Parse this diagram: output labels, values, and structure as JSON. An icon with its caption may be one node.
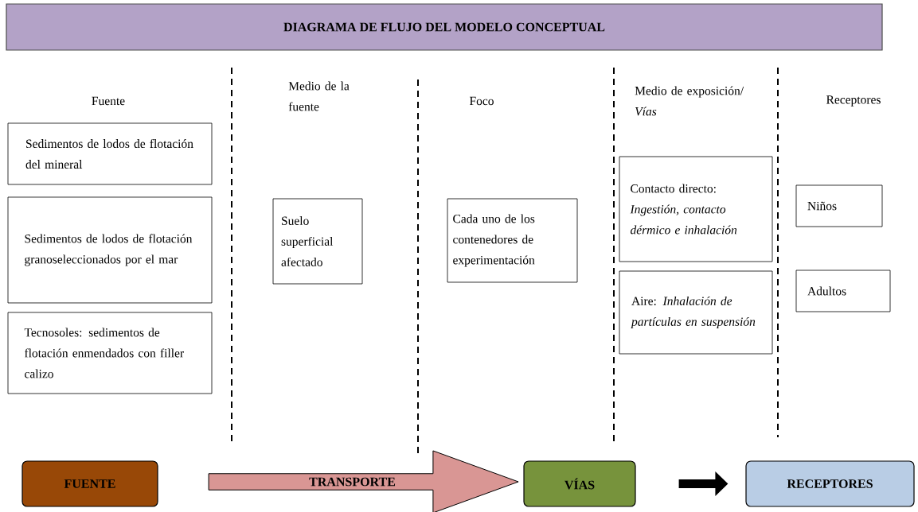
{
  "diagram": {
    "nodes": [
      {
        "text": [
          "DIAGRAMA DE FLUJO DEL MODELO CONCEPTUAL"
        ]
      },
      {
        "text": [
          "Sedimentos de lodos de flotación del mineral"
        ]
      },
      {
        "text": [
          "Sedimentos de lodos de flotación granoseleccionados por el mar"
        ]
      },
      {
        "text": [
          "Tecnosoles: sedimentos de flotación enmendados con filler calizo"
        ]
      },
      {
        "text": [
          "Suelo superficial afectado"
        ]
      },
      {
        "text": [
          "Cada uno de los contenedores de experimentación"
        ]
      },
      {
        "text": [
          "Contacto directo: *Ingestión, contacto dérmico e inhalación*"
        ]
      },
      {
        "text": [
          "Aire: *Inhalación de partículas en suspensión*"
        ]
      },
      {
        "text": [
          "Niños"
        ]
      },
      {
        "text": [
          "Adultos"
        ]
      },
      {
        "text": [
          "FUENTE"
        ]
      },
      {
        "text": [
          "TRANSPORTE"
        ]
      },
      {
        "text": [
          "VÍAS"
        ]
      },
      {
        "text": [
          "RECEPTORES"
        ]
      }
    ],
    "edges": [
      {
        "from": 12,
        "to": 13,
        "arrow": "to"
      }
    ],
    "labels": [
      "Fuente",
      "Medio de la fuente",
      "Foco",
      "Medio de exposición/ *Vías*",
      "Receptores"
    ]
  }
}
